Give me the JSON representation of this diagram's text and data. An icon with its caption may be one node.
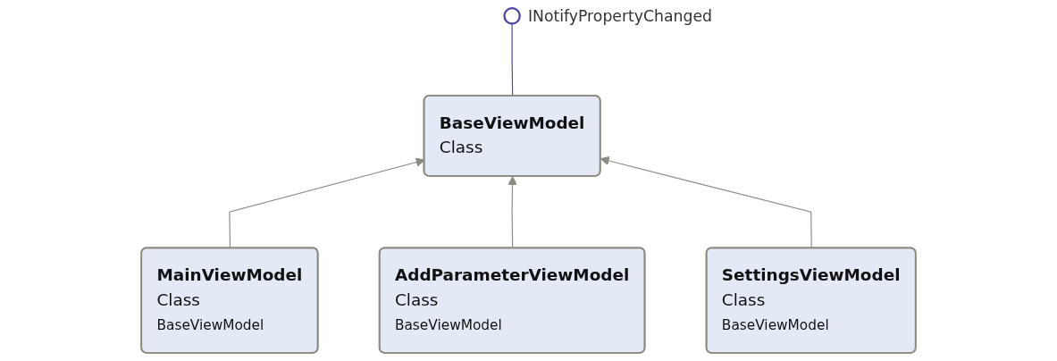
{
  "diagram": {
    "nodes": [
      {
        "text": [],
        "shape": "circle",
        "beside": [
          "INotifyPropertyChanged"
        ]
      },
      {
        "text": [
          "BaseViewModel",
          "Class"
        ]
      },
      {
        "text": [
          "MainViewModel",
          "Class",
          "BaseViewModel"
        ]
      },
      {
        "text": [
          "AddParameterViewModel",
          "Class",
          "BaseViewModel"
        ]
      },
      {
        "text": [
          "SettingsViewModel",
          "Class",
          "BaseViewModel"
        ]
      }
    ],
    "edges": [
      {
        "from": 1,
        "to": 0,
        "arrow": "none",
        "color": "#4b45a8"
      },
      {
        "from": 2,
        "to": 1,
        "arrow": "to"
      },
      {
        "from": 3,
        "to": 1,
        "arrow": "to"
      },
      {
        "from": 4,
        "to": 1,
        "arrow": "to"
      }
    ]
  }
}
